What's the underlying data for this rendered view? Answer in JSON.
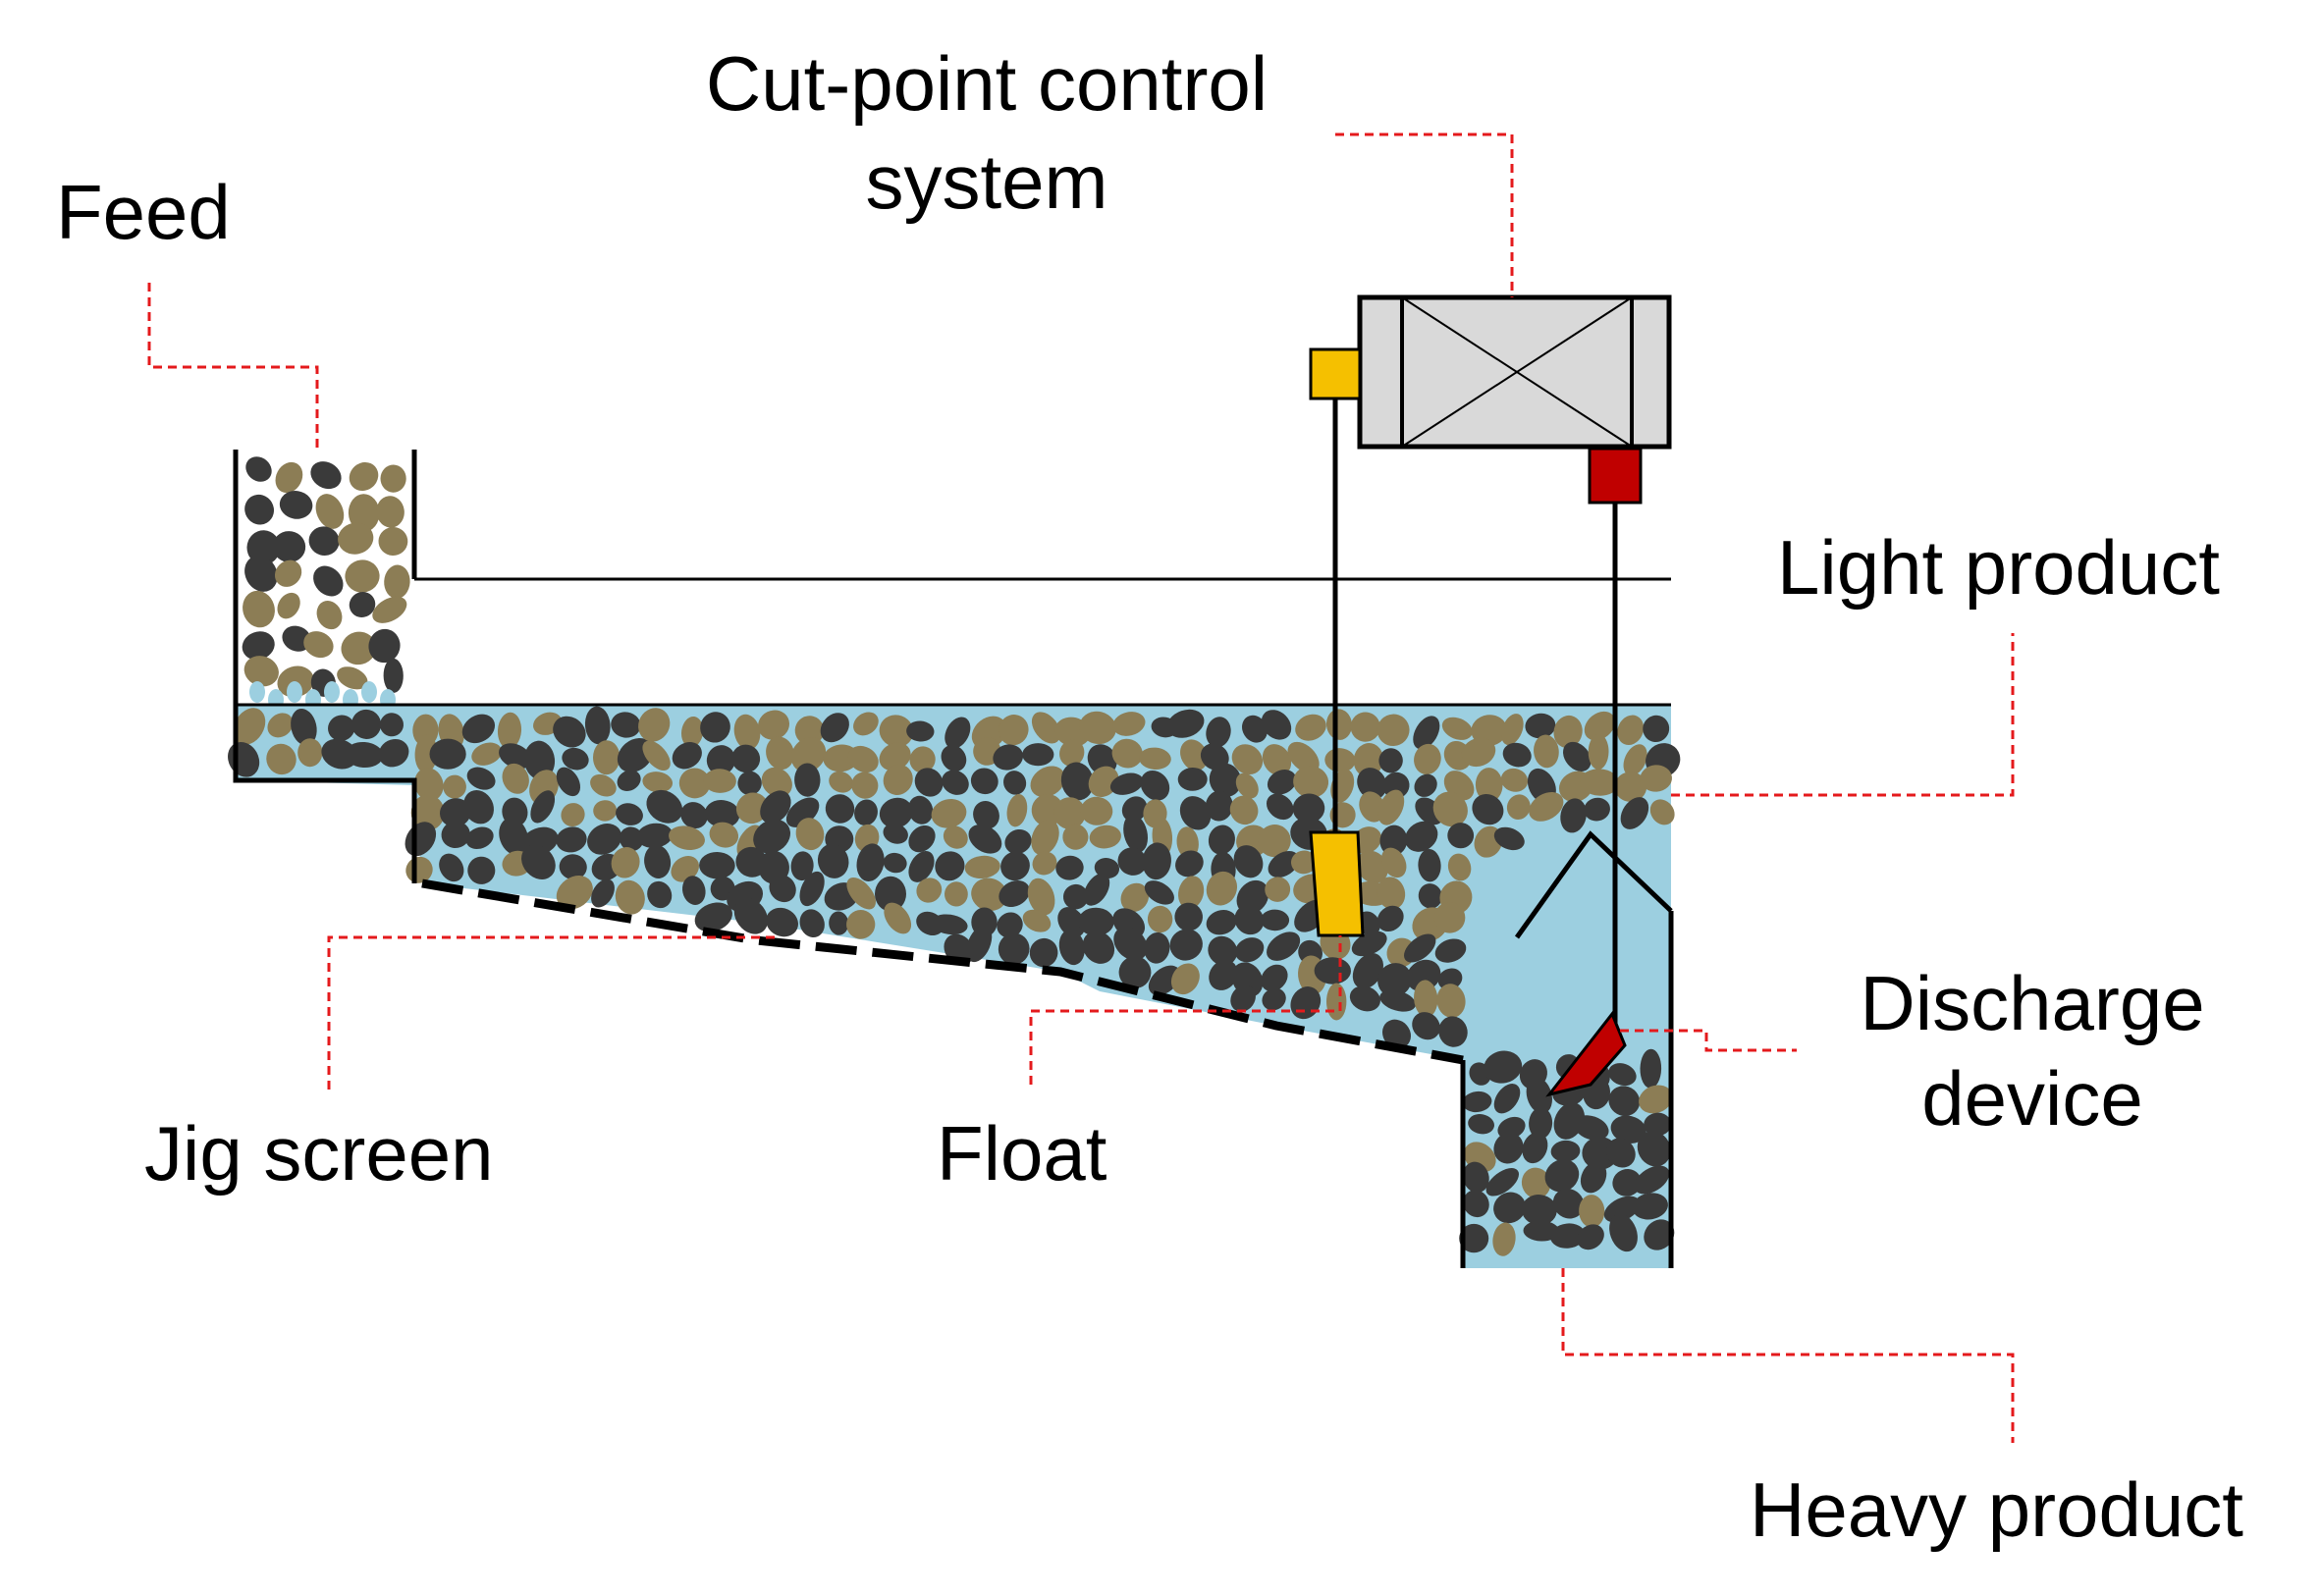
{
  "labels": {
    "feed": "Feed",
    "cutpoint_line1": "Cut-point control",
    "cutpoint_line2": "system",
    "light_product": "Light product",
    "discharge_line1": "Discharge",
    "discharge_line2": "device",
    "jig_screen": "Jig screen",
    "float": "Float",
    "heavy_product": "Heavy product"
  },
  "colors": {
    "water": "#9ccfe0",
    "light_particle": "#8c7d55",
    "heavy_particle": "#3a3a3a",
    "float_yellow": "#f5c000",
    "discharge_red": "#c00000",
    "control_box": "#d9d9d9",
    "leader_line": "#e41a1c",
    "outline": "#000000"
  },
  "icons": {
    "control_box": "box-with-cross-icon",
    "float": "float-icon",
    "discharge": "discharge-flap-icon"
  }
}
